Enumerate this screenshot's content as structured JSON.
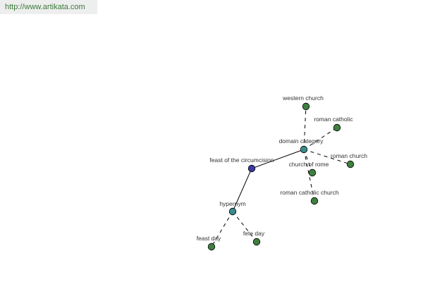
{
  "source_url": "http://www.artikata.com",
  "colors": {
    "main_node": "#3a3aa0",
    "relation_node": "#3a8a8a",
    "leaf_node": "#3f7f3f",
    "edge": "#000000",
    "label": "#333333"
  },
  "diagram": {
    "nodes": [
      {
        "id": "feast",
        "label": "feast of the circumcision",
        "kind": "main"
      },
      {
        "id": "domain",
        "label": "domain category",
        "kind": "relation"
      },
      {
        "id": "hypernym",
        "label": "hypernym",
        "kind": "relation"
      },
      {
        "id": "western",
        "label": "western church",
        "kind": "leaf"
      },
      {
        "id": "rc",
        "label": "roman catholic",
        "kind": "leaf"
      },
      {
        "id": "romanchurch",
        "label": "roman church",
        "kind": "leaf"
      },
      {
        "id": "churchrome",
        "label": "church of rome",
        "kind": "leaf"
      },
      {
        "id": "rcchurch",
        "label": "roman catholic church",
        "kind": "leaf"
      },
      {
        "id": "feastday",
        "label": "feast day",
        "kind": "leaf"
      },
      {
        "id": "feteday",
        "label": "fete day",
        "kind": "leaf"
      }
    ],
    "edges": [
      {
        "from": "feast",
        "to": "domain",
        "style": "solid"
      },
      {
        "from": "feast",
        "to": "hypernym",
        "style": "solid"
      },
      {
        "from": "domain",
        "to": "western",
        "style": "dashed"
      },
      {
        "from": "domain",
        "to": "rc",
        "style": "dashed"
      },
      {
        "from": "domain",
        "to": "romanchurch",
        "style": "dashed"
      },
      {
        "from": "domain",
        "to": "churchrome",
        "style": "dashed"
      },
      {
        "from": "domain",
        "to": "rcchurch",
        "style": "dashed"
      },
      {
        "from": "hypernym",
        "to": "feastday",
        "style": "dashed"
      },
      {
        "from": "hypernym",
        "to": "feteday",
        "style": "dashed"
      }
    ]
  }
}
